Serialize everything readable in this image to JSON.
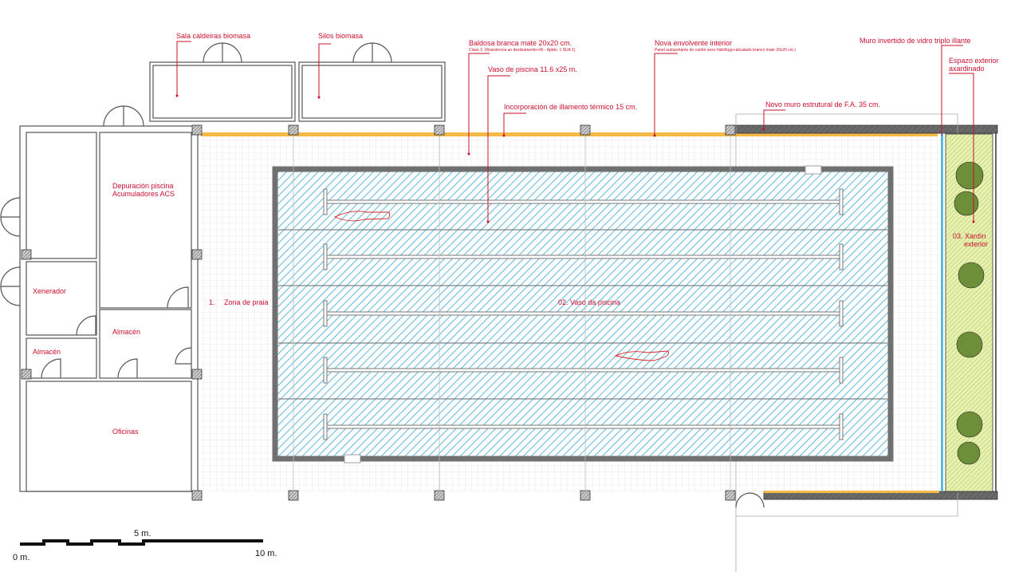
{
  "annotations": {
    "sala_caldeiras": "Sala caldeiras biomasa",
    "silos": "Silos biomasa",
    "baldosa": "Baldosa branca mate 20x20 cm.",
    "baldosa_note": "Clase 3. (Resistencia ao deslizamento>45 - Aptdo. 1 SUA 1)",
    "vaso_dim": "Vaso de piscina 11.6 x25 m.",
    "illamento": "Incorporación de illamento térmico 15 cm.",
    "envolvente": "Nova envolvente interior",
    "envolvente_note": "Panel autoportante de cartón xeso hidrófugo+alicatado branco mate 20x20 cm.)",
    "muro_fa": "Novo muro estrutural de F.A. 35 cm.",
    "muro_vidro": "Muro invertido de vidro triplo illante",
    "espazo_1": "Espazo exterior",
    "espazo_2": "axardinado"
  },
  "rooms": {
    "depuracion_1": "Depuración piscina",
    "depuracion_2": "Acumuladores ACS",
    "xenerador": "Xenerador",
    "almacen_1": "Almacén",
    "almacen_2": "Almacén",
    "oficinas": "Oficinas",
    "zona_num": "1.",
    "zona_praia": "Zona de praia",
    "vaso": "02. Vaso da piscina",
    "xardin_1": "03. Xardín",
    "xardin_2": "exterior"
  },
  "scale": {
    "mid": "5 m.",
    "start": "0 m.",
    "end": "10 m."
  },
  "colors": {
    "accent": "#c8102e",
    "water": "#5bb8e0",
    "garden": "#c6dc6a"
  }
}
